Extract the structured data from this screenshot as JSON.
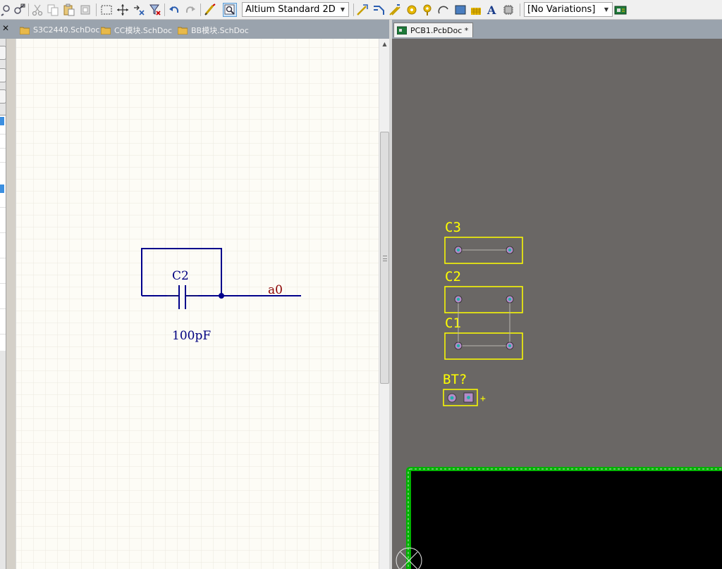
{
  "toolbar": {
    "view_mode": "Altium Standard 2D",
    "variations": "[No Variations]",
    "buttons": [
      "zoom-fit-icon",
      "cut-icon",
      "copy-icon",
      "paste-icon",
      "rubber-stamp-icon",
      "select-area-icon",
      "move-icon",
      "deselect-icon",
      "clear-filter-icon",
      "undo-icon",
      "redo-icon",
      "cross-probe-icon",
      "browse-component-icon",
      "route-icon",
      "interactive-route-icon",
      "diff-pair-icon",
      "pad-icon",
      "via-icon",
      "arc-icon",
      "fill-icon",
      "polygon-icon",
      "string-icon",
      "component-icon",
      "board-icon"
    ]
  },
  "tabs_left": [
    {
      "label": "S3C2440.SchDoc",
      "active": false
    },
    {
      "label": "CC模块.SchDoc",
      "active": false
    },
    {
      "label": "BB模块.SchDoc",
      "active": false
    }
  ],
  "tabs_right": [
    {
      "label": "PCB1.PcbDoc *",
      "active": true
    }
  ],
  "schematic": {
    "component_designator": "C2",
    "component_value": "100pF",
    "net_label": "a0",
    "colors": {
      "wire": "#00008b",
      "designator": "#000080",
      "net_label": "#8b0000",
      "grid": "#ebe9df",
      "background": "#fdfcf6"
    }
  },
  "pcb": {
    "components": [
      {
        "designator": "C3",
        "pads": 2
      },
      {
        "designator": "C2",
        "pads": 2
      },
      {
        "designator": "C1",
        "pads": 2
      },
      {
        "designator": "BT?",
        "pads": 2,
        "polarity_mark": "+"
      }
    ],
    "colors": {
      "silkscreen": "#ffff00",
      "background": "#6a6765",
      "board_outline": "#00b300",
      "pad_ring": "#b48cc8",
      "pad_hole": "#20b2aa"
    }
  }
}
